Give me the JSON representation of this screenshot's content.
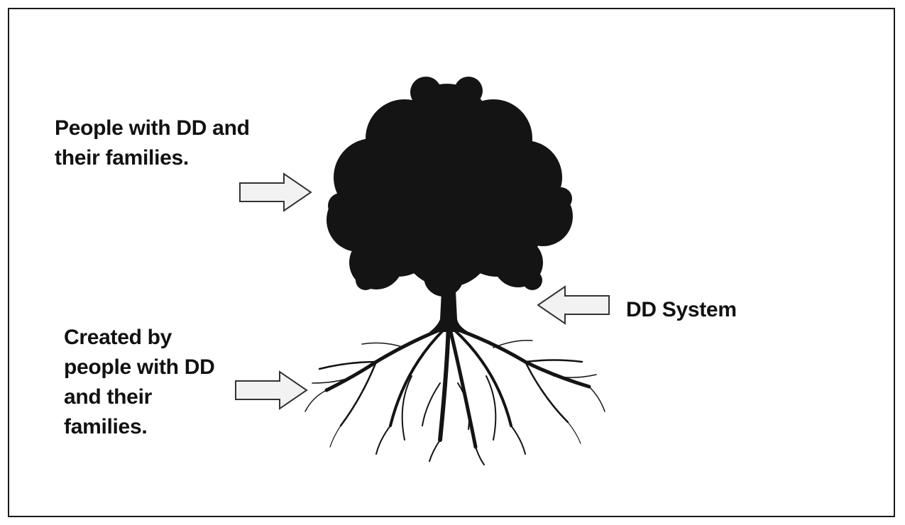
{
  "labels": {
    "top": [
      "People with DD and",
      "their families."
    ],
    "roots": [
      "Created by",
      "people with DD",
      "and their",
      "families."
    ],
    "system": "DD System"
  },
  "colors": {
    "ink": "#111111",
    "arrow_fill": "#f2f2f2",
    "arrow_stroke": "#333333"
  },
  "icons": {
    "tree": "tree-with-roots-icon",
    "arrow_right": "block-arrow-right-icon",
    "arrow_left": "block-arrow-left-icon"
  }
}
